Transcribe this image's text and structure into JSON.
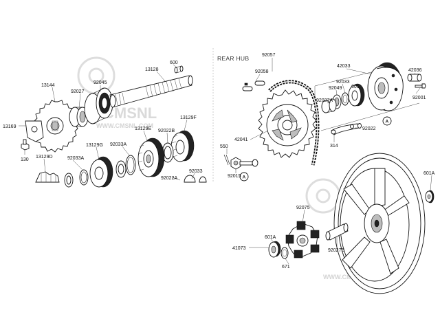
{
  "diagram": {
    "section_title": "REAR HUB",
    "watermark_text": "CMSNL",
    "watermark_url": "WWW.CMSNL.COM",
    "callout_letter": "A",
    "labels": {
      "p600": "600",
      "p13128": "13128",
      "p92045": "92045",
      "p13144": "13144",
      "p92027": "92027",
      "p13169": "13169",
      "p130": "130",
      "p13129F": "13129F",
      "p13129E": "13129E",
      "p92022B": "92022B",
      "p13129G": "13129G",
      "p92033A_1": "92033A",
      "p92033A_2": "92033A",
      "p13129D": "13129D",
      "p92033": "92033",
      "p92022A": "92022A",
      "p92057": "92057",
      "p92058": "92058",
      "p42033": "42033",
      "p92033_hub": "92033",
      "p92049": "92049",
      "p601": "601",
      "p42036": "42036",
      "p92027A": "92027A",
      "p92001": "92001",
      "p42041": "42041",
      "p550": "550",
      "p92015": "92015",
      "p314": "314",
      "p92022": "92022",
      "p601A_1": "601A",
      "p92075": "92075",
      "p41073": "41073",
      "p601A_2": "601A",
      "p671": "671",
      "p92027B": "92027B"
    }
  }
}
